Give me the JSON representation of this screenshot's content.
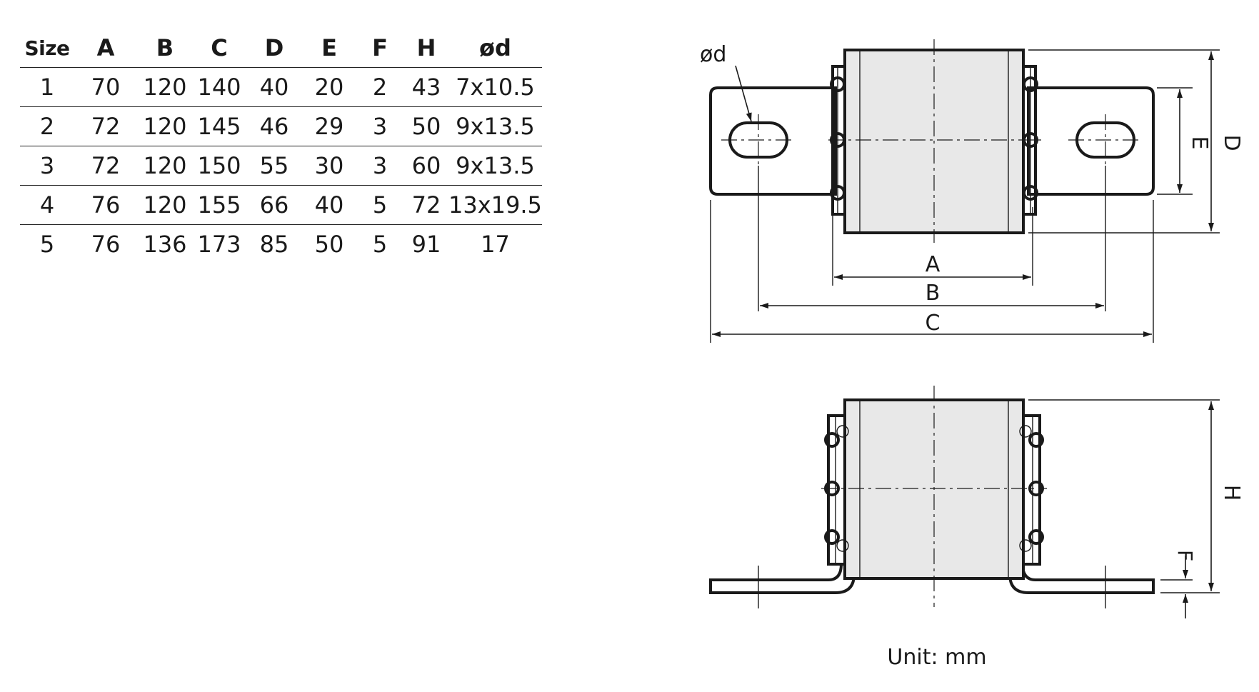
{
  "table": {
    "headers": [
      "Size",
      "A",
      "B",
      "C",
      "D",
      "E",
      "F",
      "H",
      "ød"
    ],
    "rows": [
      [
        "1",
        "70",
        "120",
        "140",
        "40",
        "20",
        "2",
        "43",
        "7x10.5"
      ],
      [
        "2",
        "72",
        "120",
        "145",
        "46",
        "29",
        "3",
        "50",
        "9x13.5"
      ],
      [
        "3",
        "72",
        "120",
        "150",
        "55",
        "30",
        "3",
        "60",
        "9x13.5"
      ],
      [
        "4",
        "76",
        "120",
        "155",
        "66",
        "40",
        "5",
        "72",
        "13x19.5"
      ],
      [
        "5",
        "76",
        "136",
        "173",
        "85",
        "50",
        "5",
        "91",
        "17"
      ]
    ]
  },
  "drawing": {
    "labels": {
      "hole": "ød",
      "a": "A",
      "b": "B",
      "c": "C",
      "d": "D",
      "e": "E",
      "f": "F",
      "h": "H"
    },
    "unit_note": "Unit: mm"
  }
}
